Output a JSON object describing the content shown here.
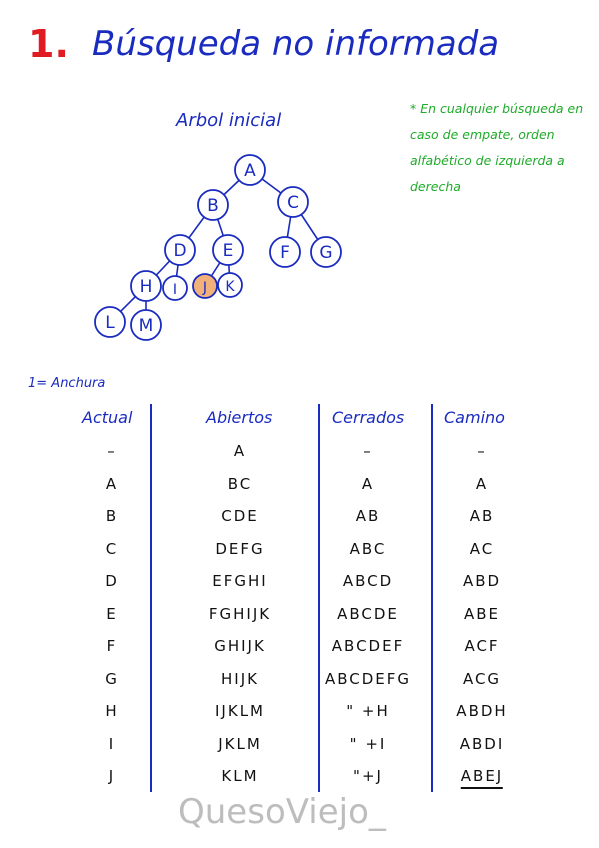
{
  "title": {
    "number": "1.",
    "text": "Búsqueda no informada"
  },
  "tree": {
    "title": "Arbol inicial",
    "nodes": [
      {
        "label": "A",
        "highlight": false
      },
      {
        "label": "B",
        "highlight": false
      },
      {
        "label": "C",
        "highlight": false
      },
      {
        "label": "D",
        "highlight": false
      },
      {
        "label": "E",
        "highlight": false
      },
      {
        "label": "F",
        "highlight": false
      },
      {
        "label": "G",
        "highlight": false
      },
      {
        "label": "H",
        "highlight": false
      },
      {
        "label": "I",
        "highlight": false
      },
      {
        "label": "J",
        "highlight": true
      },
      {
        "label": "K",
        "highlight": false
      },
      {
        "label": "L",
        "highlight": false
      },
      {
        "label": "M",
        "highlight": false
      }
    ],
    "edges": [
      [
        "A",
        "B"
      ],
      [
        "A",
        "C"
      ],
      [
        "B",
        "D"
      ],
      [
        "B",
        "E"
      ],
      [
        "C",
        "F"
      ],
      [
        "C",
        "G"
      ],
      [
        "D",
        "H"
      ],
      [
        "D",
        "I"
      ],
      [
        "E",
        "J"
      ],
      [
        "E",
        "K"
      ],
      [
        "H",
        "L"
      ],
      [
        "H",
        "M"
      ]
    ],
    "highlight_color": "#f2b07a",
    "line_color": "#1a2bbf"
  },
  "note": "* En cualquier búsqueda en caso de empate, orden alfabético de izquierda a derecha",
  "section": "1= Anchura",
  "table": {
    "headers": [
      "Actual",
      "Abiertos",
      "Cerrados",
      "Camino"
    ],
    "rows": [
      [
        "–",
        "A",
        "–",
        "–"
      ],
      [
        "A",
        "BC",
        "A",
        "A"
      ],
      [
        "B",
        "CDE",
        "AB",
        "AB"
      ],
      [
        "C",
        "DEFG",
        "ABC",
        "AC"
      ],
      [
        "D",
        "EFGHI",
        "ABCD",
        "ABD"
      ],
      [
        "E",
        "FGHIJK",
        "ABCDE",
        "ABE"
      ],
      [
        "F",
        "GHIJK",
        "ABCDEF",
        "ACF"
      ],
      [
        "G",
        "HIJK",
        "ABCDEFG",
        "ACG"
      ],
      [
        "H",
        "IJKLM",
        "\" +H",
        "ABDH"
      ],
      [
        "I",
        "JKLM",
        "\" +I",
        "ABDI"
      ],
      [
        "J",
        "KLM",
        "\"+J",
        "ABEJ"
      ]
    ]
  },
  "watermark": "QuesoViejo_"
}
